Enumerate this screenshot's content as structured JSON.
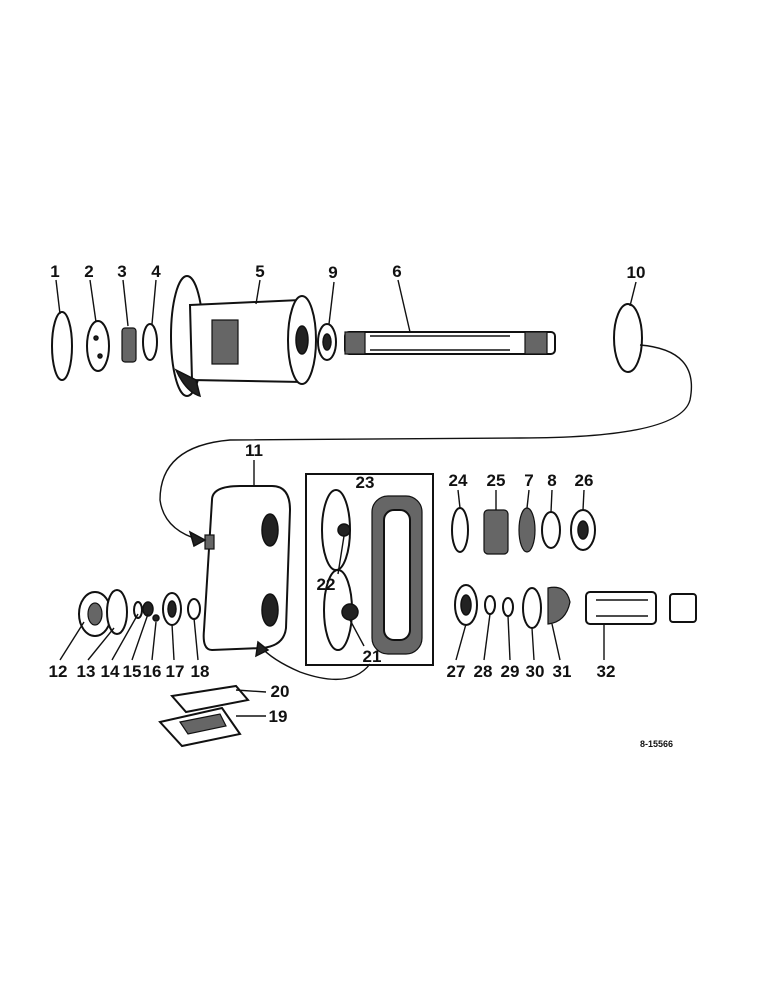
{
  "callouts": [
    {
      "id": "c1",
      "label": "1"
    },
    {
      "id": "c2",
      "label": "2"
    },
    {
      "id": "c3",
      "label": "3"
    },
    {
      "id": "c4",
      "label": "4"
    },
    {
      "id": "c5",
      "label": "5"
    },
    {
      "id": "c9",
      "label": "9"
    },
    {
      "id": "c6",
      "label": "6"
    },
    {
      "id": "c10",
      "label": "10"
    },
    {
      "id": "c11",
      "label": "11"
    },
    {
      "id": "c23",
      "label": "23"
    },
    {
      "id": "c24",
      "label": "24"
    },
    {
      "id": "c25",
      "label": "25"
    },
    {
      "id": "c7",
      "label": "7"
    },
    {
      "id": "c8",
      "label": "8"
    },
    {
      "id": "c26",
      "label": "26"
    },
    {
      "id": "c22",
      "label": "22"
    },
    {
      "id": "c21",
      "label": "21"
    },
    {
      "id": "c12",
      "label": "12"
    },
    {
      "id": "c13",
      "label": "13"
    },
    {
      "id": "c14",
      "label": "14"
    },
    {
      "id": "c15",
      "label": "15"
    },
    {
      "id": "c16",
      "label": "16"
    },
    {
      "id": "c17",
      "label": "17"
    },
    {
      "id": "c18",
      "label": "18"
    },
    {
      "id": "c20",
      "label": "20"
    },
    {
      "id": "c19",
      "label": "19"
    },
    {
      "id": "c27",
      "label": "27"
    },
    {
      "id": "c28",
      "label": "28"
    },
    {
      "id": "c29",
      "label": "29"
    },
    {
      "id": "c30",
      "label": "30"
    },
    {
      "id": "c31",
      "label": "31"
    },
    {
      "id": "c32",
      "label": "32"
    }
  ],
  "figure_ref": "8-15566"
}
